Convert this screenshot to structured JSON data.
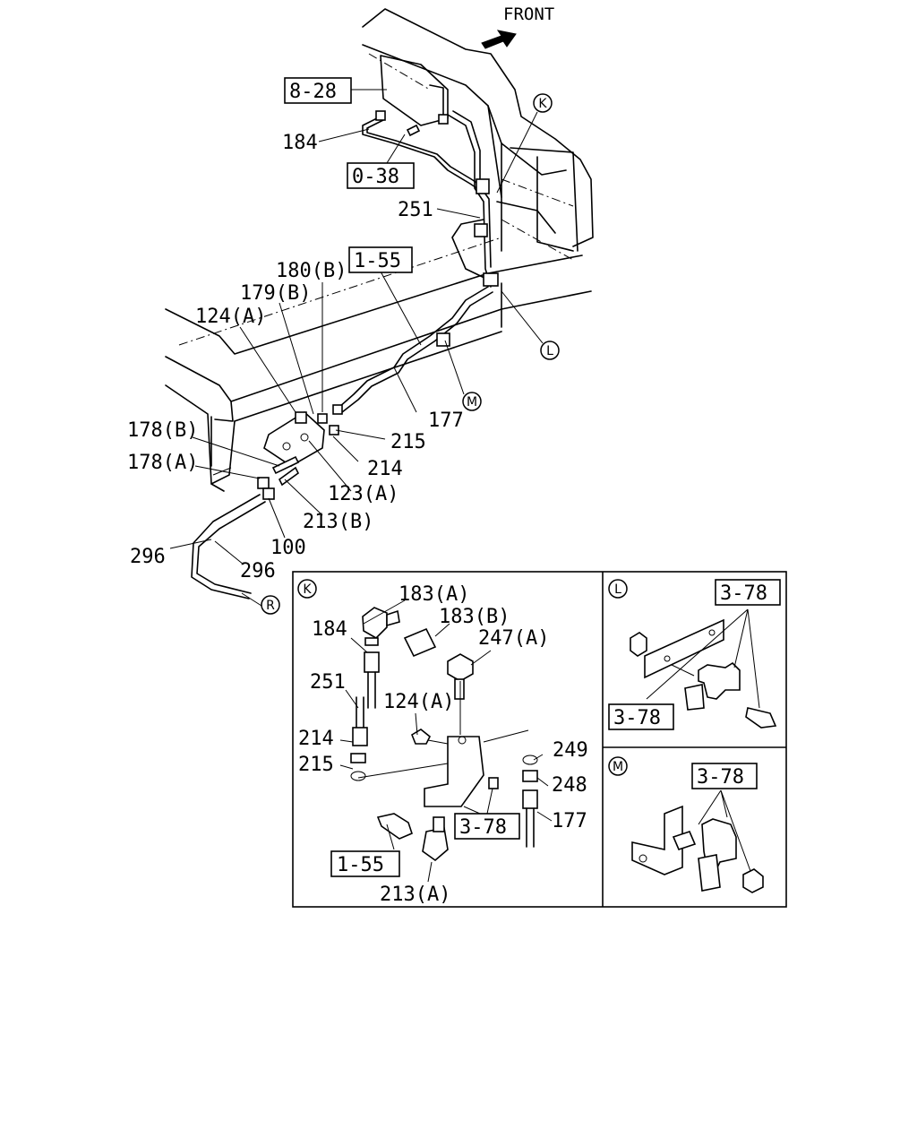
{
  "front_label": "FRONT",
  "callouts": {
    "c828": "8-28",
    "c038": "0-38",
    "c155": "1-55",
    "c155k": "1-55",
    "c378k": "3-78",
    "c378l1": "3-78",
    "c378l2": "3-78",
    "c378m": "3-78"
  },
  "parts": {
    "p184": "184",
    "p251": "251",
    "p180b": "180(B)",
    "p179b": "179(B)",
    "p124a": "124(A)",
    "p177": "177",
    "p215": "215",
    "p214": "214",
    "p178b": "178(B)",
    "p178a": "178(A)",
    "p123a": "123(A)",
    "p213b": "213(B)",
    "p100": "100",
    "p296a": "296",
    "p296b": "296",
    "k183a": "183(A)",
    "k183b": "183(B)",
    "k184": "184",
    "k247a": "247(A)",
    "k251": "251",
    "k124a": "124(A)",
    "k214": "214",
    "k215": "215",
    "k249": "249",
    "k248": "248",
    "k177": "177",
    "k213a": "213(A)"
  },
  "markers": {
    "K": "K",
    "L": "L",
    "M": "M",
    "R": "R",
    "detail_K": "K",
    "detail_L": "L",
    "detail_M": "M"
  }
}
